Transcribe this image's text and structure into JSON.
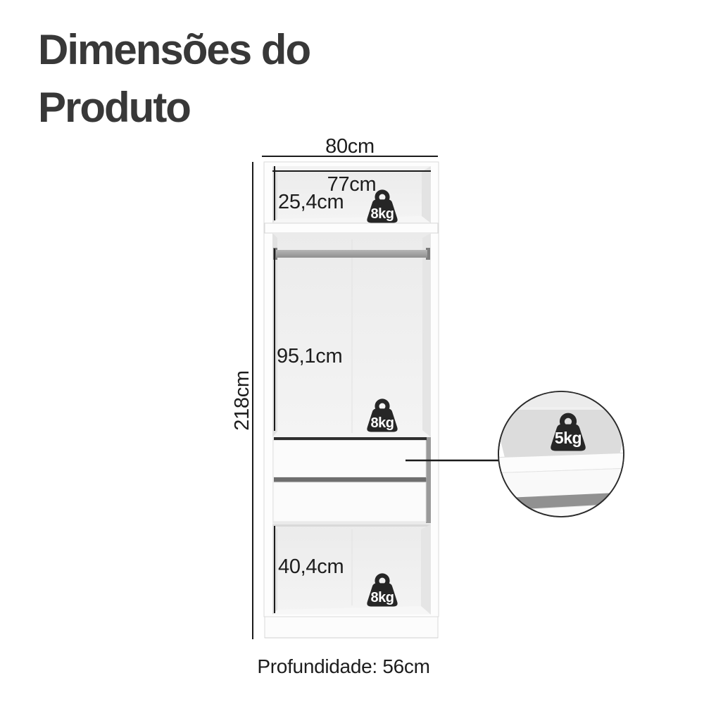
{
  "title": {
    "line1": "Dimensões do",
    "line2": "Produto"
  },
  "dimensions": {
    "width": "80cm",
    "inner_width": "77cm",
    "top_section_height": "25,4cm",
    "hanging_section_height": "95,1cm",
    "total_height": "218cm",
    "bottom_section_height": "40,4cm",
    "depth": "Profundidade: 56cm"
  },
  "weights": {
    "top_shelf": "8kg",
    "middle_shelf": "8kg",
    "bottom_shelf": "8kg",
    "drawer_detail": "5kg"
  },
  "colors": {
    "title_text": "#383838",
    "dimension_lines": "#1b1b1b",
    "weight_badge": "#262626",
    "hanging_rod": "#9b9b9b",
    "cabinet_interior": "#e9e9e9"
  }
}
